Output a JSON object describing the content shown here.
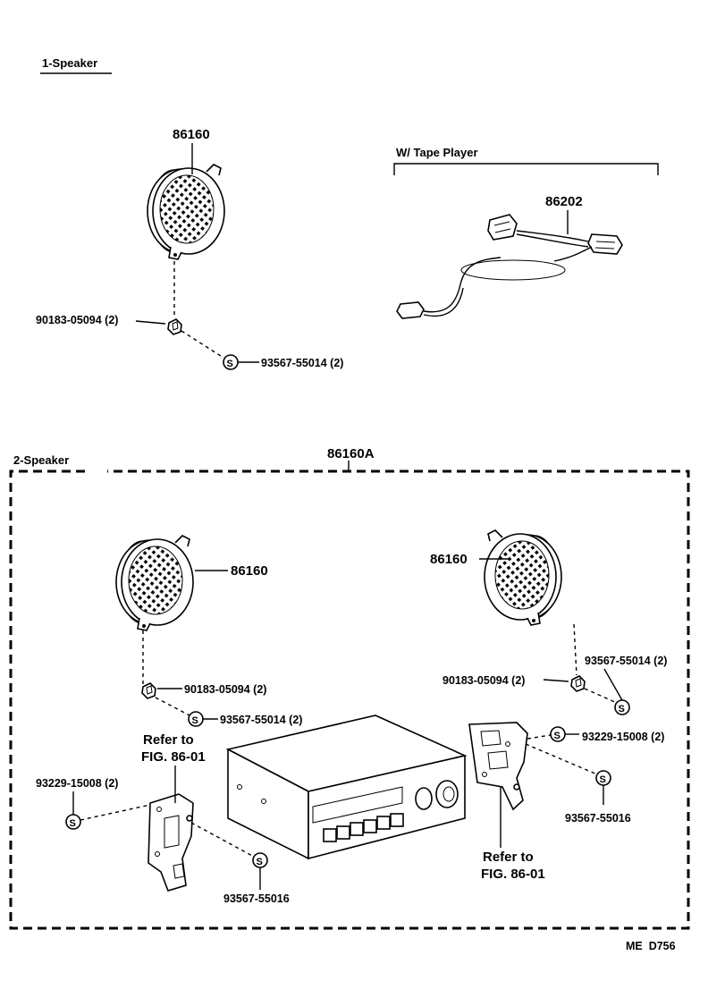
{
  "sections": {
    "one_speaker": "1-Speaker",
    "two_speaker": "2-Speaker",
    "tape_player": "W/ Tape Player"
  },
  "parts": {
    "speaker_top": "86160",
    "wire_harness": "86202",
    "bolt_top": "90183-05094 (2)",
    "screw_top": "93567-55014 (2)",
    "assembly": "86160A",
    "speaker_left": "86160",
    "speaker_right": "86160",
    "bolt_left": "90183-05094 (2)",
    "screw_left": "93567-55014 (2)",
    "bolt_right": "90183-05094 (2)",
    "screw_right": "93567-55014 (2)",
    "bracket_screw_left": "93229-15008 (2)",
    "bracket_screw_right": "93229-15008 (2)",
    "bracket_lower_screw_left": "93567-55016",
    "bracket_lower_screw_right": "93567-55016"
  },
  "refs": {
    "left_line1": "Refer to",
    "left_line2": "FIG. 86-01",
    "right_line1": "Refer to",
    "right_line2": "FIG. 86-01"
  },
  "symbols": {
    "screw_symbol": "S"
  },
  "footer": {
    "code": "ME  D756"
  }
}
